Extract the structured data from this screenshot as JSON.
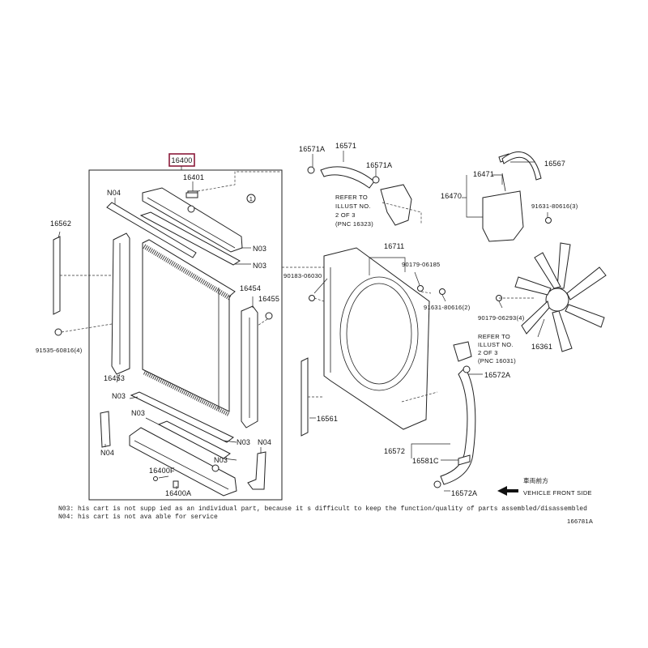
{
  "diagram": {
    "highlighted_part": "16400",
    "labels": {
      "p16401": "16401",
      "n04_top": "N04",
      "p16562": "16562",
      "n03_a": "N03",
      "n03_b": "N03",
      "p16454": "16454",
      "p16455": "16455",
      "p91535": "91535-60816(4)",
      "p16453": "16453",
      "n03_c": "N03",
      "n03_d": "N03",
      "n03_e": "N03",
      "n04_left": "N04",
      "n04_right": "N04",
      "p16400f": "16400F",
      "p16400a": "16400A",
      "p16571a_l": "16571A",
      "p16571": "16571",
      "p16571a_r": "16571A",
      "p16567": "16567",
      "p16471": "16471",
      "p16470": "16470",
      "p91631_3": "91631-80616(3)",
      "p16711": "16711",
      "p90179_a": "90179-06185",
      "p90183": "90183-06030",
      "p91631_2": "91631-80616(2)",
      "p90179_b": "90179-06293(4)",
      "p16361": "16361",
      "p16561": "16561",
      "p16572a_top": "16572A",
      "p16572": "16572",
      "p16581c": "16581C",
      "p16572a_bot": "16572A"
    },
    "refer_top": [
      "REFER TO",
      "ILLUST NO.",
      "2 OF 3",
      "(PNC 16323)"
    ],
    "refer_right": [
      "REFER TO",
      "ILLUST NO.",
      "2 OF 3",
      "(PNC 16031)"
    ],
    "vehicle_front_jp": "車両前方",
    "vehicle_front": "VEHICLE FRONT SIDE",
    "circle_marker": "1"
  },
  "notes": {
    "n03": "N03: his cart is not supp ied as an individual part, because it  s difficult to keep the function/quality of parts assembled/disassembled",
    "n04": "N04: his cart is not ava  able for service"
  },
  "illustration_id": "166781A"
}
